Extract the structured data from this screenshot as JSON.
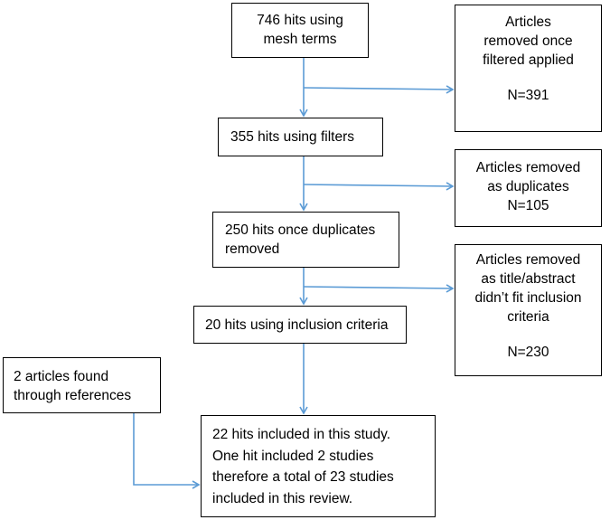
{
  "main_flow": {
    "step1": {
      "lines": [
        "746 hits using",
        "mesh terms"
      ]
    },
    "step2": {
      "lines": [
        "355 hits using filters"
      ]
    },
    "step3": {
      "lines": [
        "250 hits once duplicates",
        "removed"
      ]
    },
    "step4": {
      "lines": [
        "20 hits using inclusion criteria"
      ]
    },
    "final": {
      "lines": [
        "22 hits included in this study.",
        "One hit included 2 studies",
        "therefore a total of 23 studies",
        "included in this review."
      ]
    }
  },
  "side_boxes": {
    "filters_removed": {
      "lines": [
        "Articles",
        "removed once",
        "filtered applied"
      ],
      "n": "N=391"
    },
    "duplicates_removed": {
      "lines": [
        "Articles removed",
        "as duplicates",
        "N=105"
      ]
    },
    "inclusion_removed": {
      "lines": [
        "Articles removed",
        "as title/abstract",
        "didn’t fit inclusion",
        "criteria"
      ],
      "n": "N=230"
    }
  },
  "references_box": {
    "lines": [
      "2 articles found",
      "through references"
    ]
  },
  "colors": {
    "arrow": "#5b9bd5",
    "border": "#000000"
  }
}
